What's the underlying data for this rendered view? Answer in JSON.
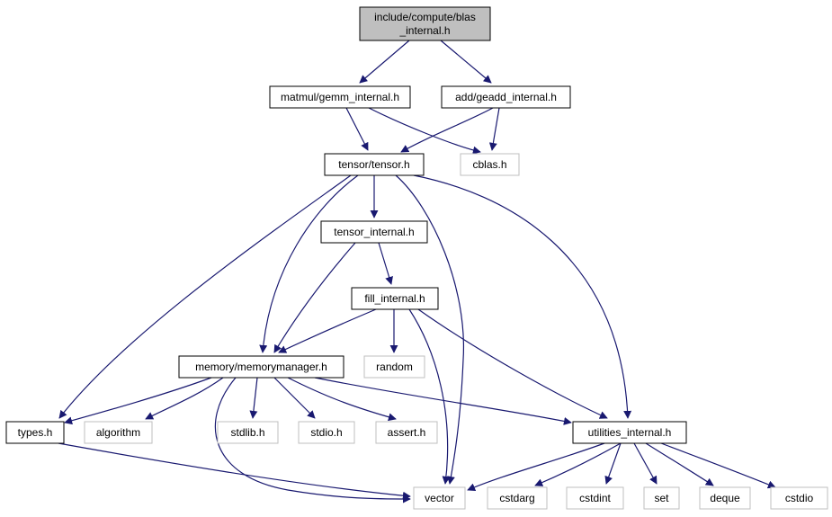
{
  "diagram": {
    "colors": {
      "root_fill": "#bfbfbf",
      "node_border": "#000000",
      "external_border": "#bfbfbf",
      "edge": "#191970",
      "text": "#000000"
    },
    "nodes": {
      "blas": {
        "lines": [
          "include/compute/blas",
          "_internal.h"
        ],
        "kind": "root"
      },
      "gemm": {
        "lines": [
          "matmul/gemm_internal.h"
        ],
        "kind": "internal"
      },
      "geadd": {
        "lines": [
          "add/geadd_internal.h"
        ],
        "kind": "internal"
      },
      "tensor": {
        "lines": [
          "tensor/tensor.h"
        ],
        "kind": "internal"
      },
      "cblas": {
        "lines": [
          "cblas.h"
        ],
        "kind": "external"
      },
      "tensor_internal": {
        "lines": [
          "tensor_internal.h"
        ],
        "kind": "internal"
      },
      "fill": {
        "lines": [
          "fill_internal.h"
        ],
        "kind": "internal"
      },
      "memmgr": {
        "lines": [
          "memory/memorymanager.h"
        ],
        "kind": "internal"
      },
      "random": {
        "lines": [
          "random"
        ],
        "kind": "external"
      },
      "types": {
        "lines": [
          "types.h"
        ],
        "kind": "internal"
      },
      "algorithm": {
        "lines": [
          "algorithm"
        ],
        "kind": "external"
      },
      "stdlib": {
        "lines": [
          "stdlib.h"
        ],
        "kind": "external"
      },
      "stdio": {
        "lines": [
          "stdio.h"
        ],
        "kind": "external"
      },
      "assert": {
        "lines": [
          "assert.h"
        ],
        "kind": "external"
      },
      "utilities": {
        "lines": [
          "utilities_internal.h"
        ],
        "kind": "internal"
      },
      "vector": {
        "lines": [
          "vector"
        ],
        "kind": "external"
      },
      "cstdarg": {
        "lines": [
          "cstdarg"
        ],
        "kind": "external"
      },
      "cstdint": {
        "lines": [
          "cstdint"
        ],
        "kind": "external"
      },
      "set": {
        "lines": [
          "set"
        ],
        "kind": "external"
      },
      "deque": {
        "lines": [
          "deque"
        ],
        "kind": "external"
      },
      "cstdio": {
        "lines": [
          "cstdio"
        ],
        "kind": "external"
      }
    },
    "edges": [
      [
        "blas",
        "gemm"
      ],
      [
        "blas",
        "geadd"
      ],
      [
        "gemm",
        "tensor"
      ],
      [
        "gemm",
        "cblas"
      ],
      [
        "geadd",
        "tensor"
      ],
      [
        "geadd",
        "cblas"
      ],
      [
        "tensor",
        "tensor_internal"
      ],
      [
        "tensor",
        "memmgr"
      ],
      [
        "tensor",
        "types"
      ],
      [
        "tensor",
        "vector"
      ],
      [
        "tensor",
        "utilities"
      ],
      [
        "tensor_internal",
        "fill"
      ],
      [
        "tensor_internal",
        "memmgr"
      ],
      [
        "fill",
        "memmgr"
      ],
      [
        "fill",
        "random"
      ],
      [
        "fill",
        "vector"
      ],
      [
        "fill",
        "utilities"
      ],
      [
        "memmgr",
        "types"
      ],
      [
        "memmgr",
        "algorithm"
      ],
      [
        "memmgr",
        "stdlib"
      ],
      [
        "memmgr",
        "stdio"
      ],
      [
        "memmgr",
        "assert"
      ],
      [
        "memmgr",
        "utilities"
      ],
      [
        "memmgr",
        "vector"
      ],
      [
        "types",
        "vector"
      ],
      [
        "utilities",
        "vector"
      ],
      [
        "utilities",
        "cstdarg"
      ],
      [
        "utilities",
        "cstdint"
      ],
      [
        "utilities",
        "set"
      ],
      [
        "utilities",
        "deque"
      ],
      [
        "utilities",
        "cstdio"
      ]
    ]
  }
}
